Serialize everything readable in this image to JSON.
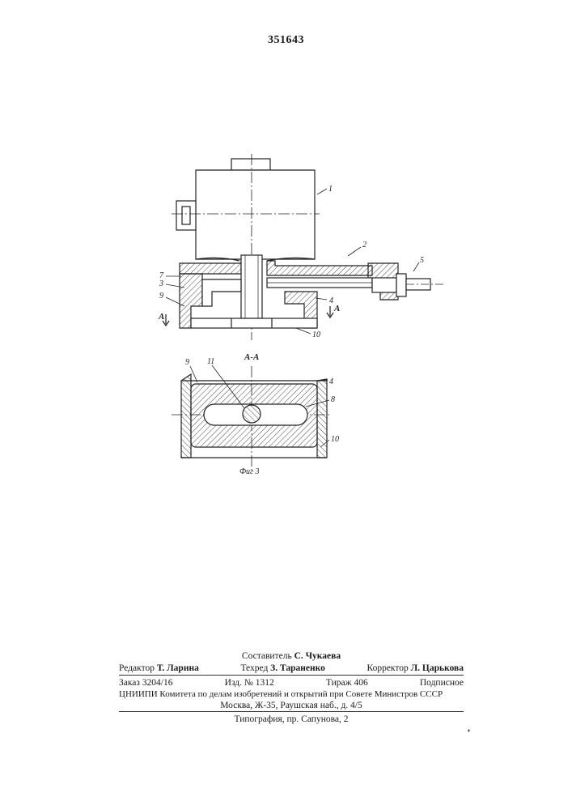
{
  "header": {
    "page_number": "351643"
  },
  "figure": {
    "caption": "Фиг 3",
    "section_title": "А-А",
    "section_left_mark": "А",
    "section_right_mark": "А",
    "part_labels": {
      "p1": "1",
      "p2": "2",
      "p3": "3",
      "p4": "4",
      "p5": "5",
      "p7": "7",
      "p9": "9",
      "p10": "10",
      "s9": "9",
      "s11": "11",
      "s4": "4",
      "s8": "8",
      "s10": "10"
    }
  },
  "imprint": {
    "compiler": {
      "role": "Составитель",
      "name": "С. Чукаева"
    },
    "editor": {
      "role": "Редактор",
      "name": "Т. Ларина"
    },
    "techeditor": {
      "role": "Техред",
      "name": "З. Тараненко"
    },
    "corrector": {
      "role": "Корректор",
      "name": "Л. Царькова"
    },
    "order": "Заказ 3204/16",
    "issue": "Изд. № 1312",
    "print_run": "Тираж 406",
    "subscription": "Подписное",
    "org_line": "ЦНИИПИ Комитета по делам изобретений и открытий при Совете Министров СССР",
    "address": "Москва, Ж-35, Раушская наб., д. 4/5",
    "printer": "Типография, пр. Сапунова, 2"
  }
}
